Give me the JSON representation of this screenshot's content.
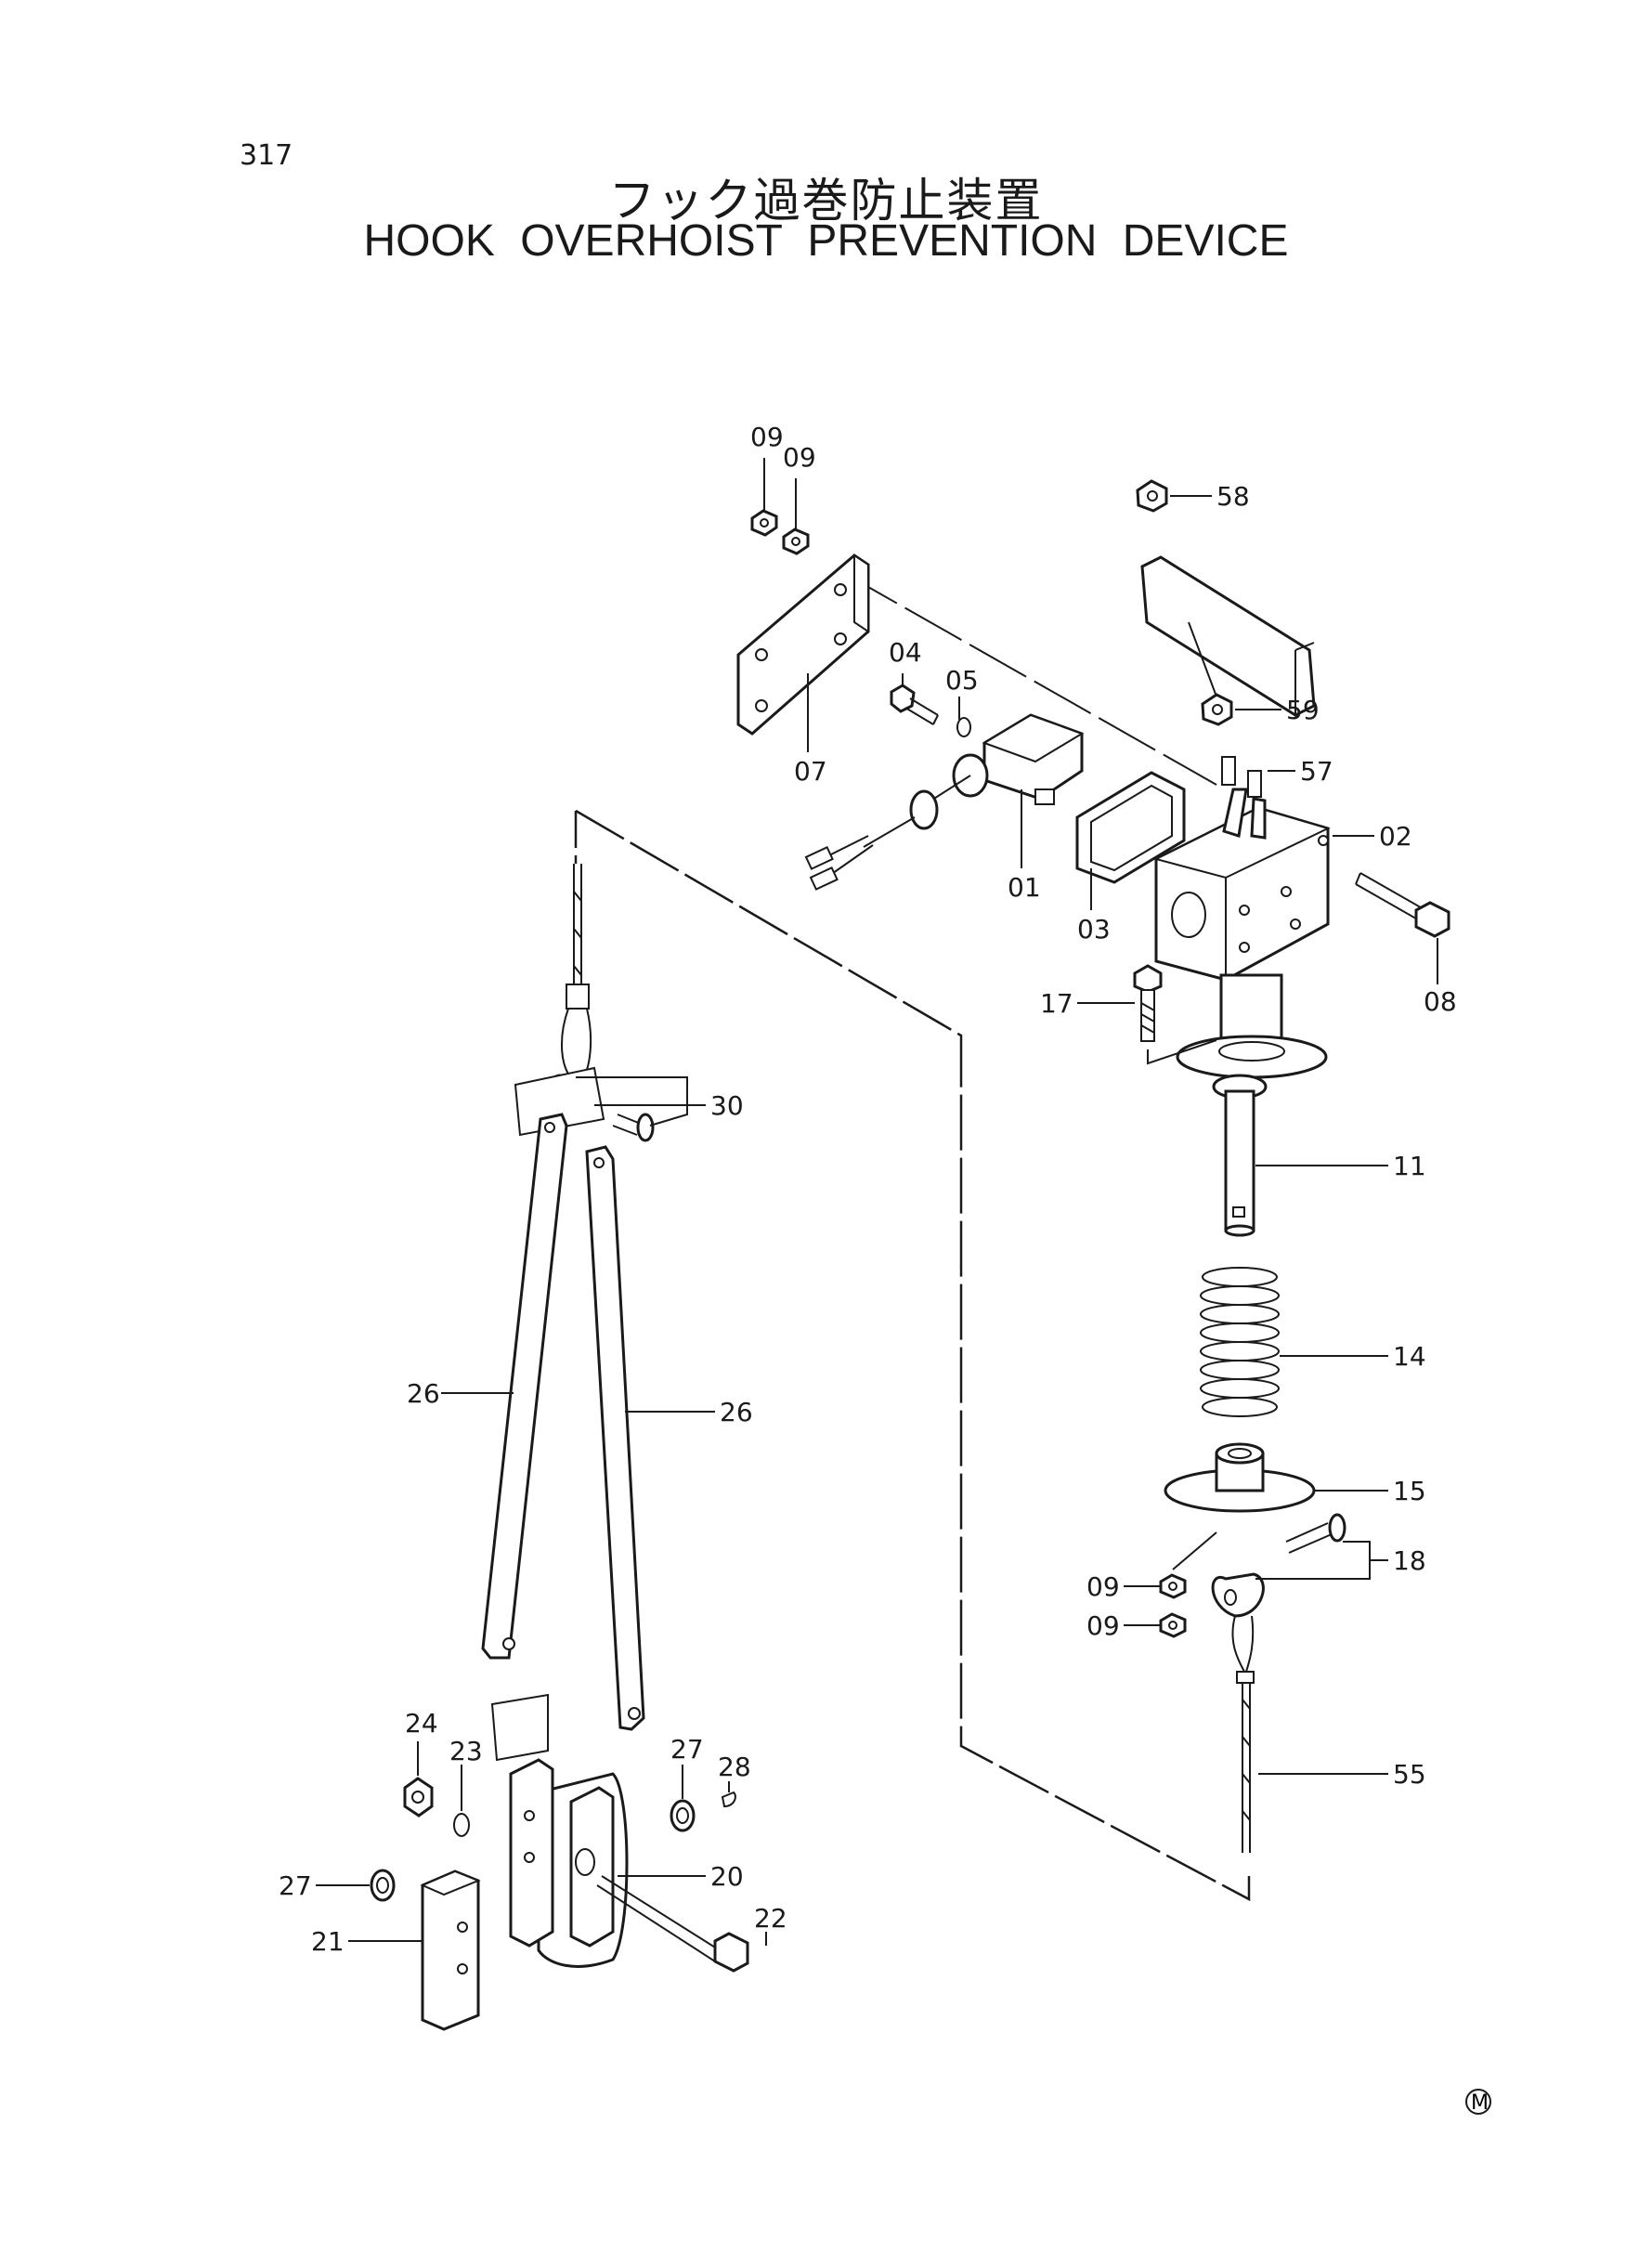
{
  "page": {
    "number": "317",
    "title_ja": "フック過巻防止装置",
    "title_en": "HOOK  OVERHOIST  PREVENTION  DEVICE",
    "mark": "M"
  },
  "callouts": {
    "c0909a": "09",
    "c0909b": "09",
    "c58": "58",
    "c04": "04",
    "c05": "05",
    "c59": "59",
    "c07": "07",
    "c57": "57",
    "c02": "02",
    "c01": "01",
    "c03": "03",
    "c17": "17",
    "c08": "08",
    "c30": "30",
    "c11": "11",
    "c14": "14",
    "c26a": "26",
    "c26b": "26",
    "c15": "15",
    "c18": "18",
    "c09c": "09",
    "c09d": "09",
    "c24": "24",
    "c23": "23",
    "c27a": "27",
    "c28": "28",
    "c55": "55",
    "c27b": "27",
    "c20": "20",
    "c21": "21",
    "c22": "22"
  }
}
